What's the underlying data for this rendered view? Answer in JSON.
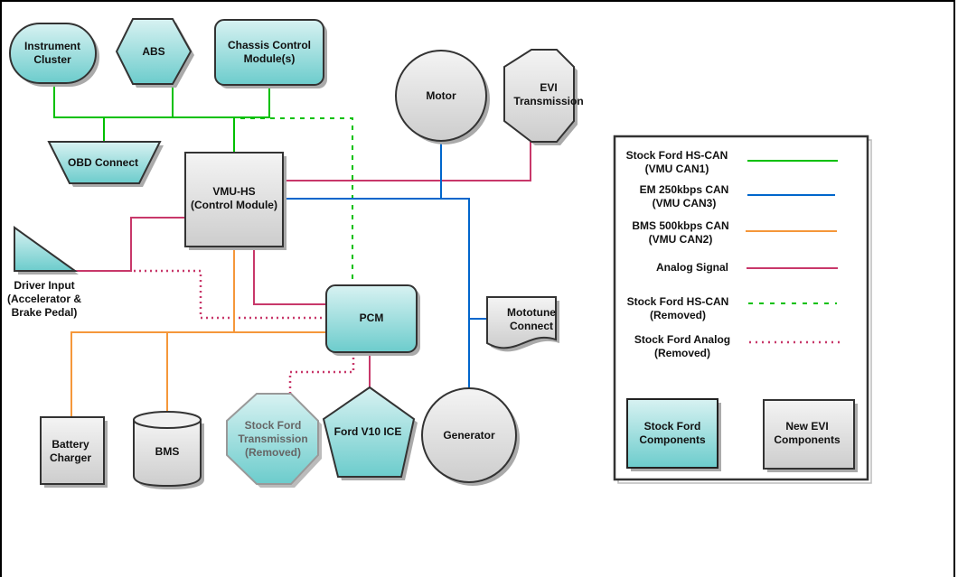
{
  "colors": {
    "hs_can": "#00c000",
    "em_can": "#0066cc",
    "bms_can": "#f5973a",
    "analog": "#c8386a",
    "stock_fill_top": "#d8f2f2",
    "stock_fill_bottom": "#6ccccc",
    "new_fill_top": "#f2f2f2",
    "new_fill_bottom": "#cfcfcf"
  },
  "nodes": {
    "instrument_cluster": {
      "line1": "Instrument",
      "line2": "Cluster",
      "type": "stock"
    },
    "abs": {
      "line1": "ABS",
      "type": "stock"
    },
    "chassis_control": {
      "line1": "Chassis Control",
      "line2": "Module(s)",
      "type": "stock"
    },
    "obd_connect": {
      "line1": "OBD Connect",
      "type": "stock"
    },
    "vmu_hs": {
      "line1": "VMU-HS",
      "line2": "(Control Module)",
      "type": "new"
    },
    "driver_input": {
      "line1": "Driver Input",
      "line2": "(Accelerator &",
      "line3": "Brake Pedal)",
      "type": "stock"
    },
    "pcm": {
      "line1": "PCM",
      "type": "stock"
    },
    "motor": {
      "line1": "Motor",
      "type": "new"
    },
    "evi_transmission": {
      "line1": "EVI",
      "line2": "Transmission",
      "type": "new"
    },
    "mototune_connect": {
      "line1": "Mototune",
      "line2": "Connect",
      "type": "new"
    },
    "battery_charger": {
      "line1": "Battery",
      "line2": "Charger",
      "type": "new"
    },
    "bms": {
      "line1": "BMS",
      "type": "new"
    },
    "stock_transmission": {
      "line1": "Stock Ford",
      "line2": "Transmission",
      "line3": "(Removed)",
      "type": "stock-removed"
    },
    "ford_v10": {
      "line1": "Ford V10 ICE",
      "type": "stock"
    },
    "generator": {
      "line1": "Generator",
      "type": "new"
    }
  },
  "legend": {
    "items": [
      {
        "line1": "Stock Ford  HS-CAN",
        "line2": "(VMU CAN1)",
        "style": "solid",
        "color_key": "hs_can"
      },
      {
        "line1": "EM 250kbps CAN",
        "line2": "(VMU CAN3)",
        "style": "solid",
        "color_key": "em_can"
      },
      {
        "line1": "BMS 500kbps CAN",
        "line2": "(VMU CAN2)",
        "style": "solid",
        "color_key": "bms_can"
      },
      {
        "line1": "Analog Signal",
        "line2": "",
        "style": "solid",
        "color_key": "analog"
      },
      {
        "line1": "Stock Ford HS-CAN",
        "line2": "(Removed)",
        "style": "dashed",
        "color_key": "hs_can"
      },
      {
        "line1": "Stock Ford Analog",
        "line2": "(Removed)",
        "style": "dotted",
        "color_key": "analog"
      }
    ],
    "stock_box": {
      "line1": "Stock Ford",
      "line2": "Components"
    },
    "new_box": {
      "line1": "New EVI",
      "line2": "Components"
    }
  }
}
